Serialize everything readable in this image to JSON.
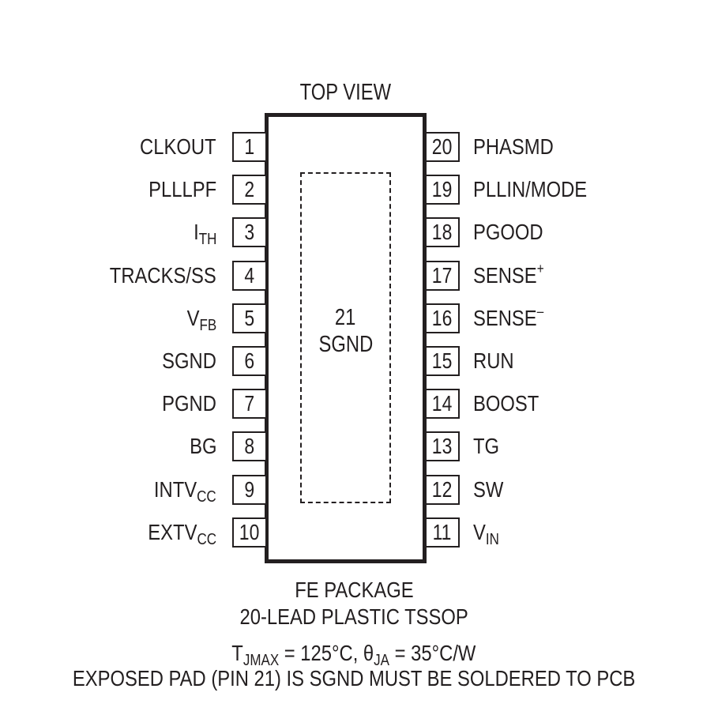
{
  "title": "TOP VIEW",
  "exposed_pad": {
    "number": "21",
    "name": "SGND"
  },
  "left_pins": [
    {
      "num": "1",
      "name": "CLKOUT",
      "sub": "",
      "sup": ""
    },
    {
      "num": "2",
      "name": "PLLLPF",
      "sub": "",
      "sup": ""
    },
    {
      "num": "3",
      "name": "I",
      "sub": "TH",
      "sup": ""
    },
    {
      "num": "4",
      "name": "TRACKS/SS",
      "sub": "",
      "sup": ""
    },
    {
      "num": "5",
      "name": "V",
      "sub": "FB",
      "sup": ""
    },
    {
      "num": "6",
      "name": "SGND",
      "sub": "",
      "sup": ""
    },
    {
      "num": "7",
      "name": "PGND",
      "sub": "",
      "sup": ""
    },
    {
      "num": "8",
      "name": "BG",
      "sub": "",
      "sup": ""
    },
    {
      "num": "9",
      "name": "INTV",
      "sub": "CC",
      "sup": ""
    },
    {
      "num": "10",
      "name": "EXTV",
      "sub": "CC",
      "sup": ""
    }
  ],
  "right_pins": [
    {
      "num": "20",
      "name": "PHASMD",
      "sub": "",
      "sup": ""
    },
    {
      "num": "19",
      "name": "PLLIN/MODE",
      "sub": "",
      "sup": ""
    },
    {
      "num": "18",
      "name": "PGOOD",
      "sub": "",
      "sup": ""
    },
    {
      "num": "17",
      "name": "SENSE",
      "sub": "",
      "sup": "+"
    },
    {
      "num": "16",
      "name": "SENSE",
      "sub": "",
      "sup": "–"
    },
    {
      "num": "15",
      "name": "RUN",
      "sub": "",
      "sup": ""
    },
    {
      "num": "14",
      "name": "BOOST",
      "sub": "",
      "sup": ""
    },
    {
      "num": "13",
      "name": "TG",
      "sub": "",
      "sup": ""
    },
    {
      "num": "12",
      "name": "SW",
      "sub": "",
      "sup": ""
    },
    {
      "num": "11",
      "name": "V",
      "sub": "IN",
      "sup": ""
    }
  ],
  "caption": {
    "package": "FE PACKAGE",
    "package_type": "20-LEAD PLASTIC TSSOP",
    "thermal": {
      "tj_symbol": "T",
      "tj_sub": "JMAX",
      "tj_value": " = 125°C, ",
      "theta_symbol": "θ",
      "theta_sub": "JA",
      "theta_value": " = 35°C/W"
    },
    "note": "EXPOSED PAD (PIN 21) IS SGND MUST BE SOLDERED TO PCB"
  }
}
